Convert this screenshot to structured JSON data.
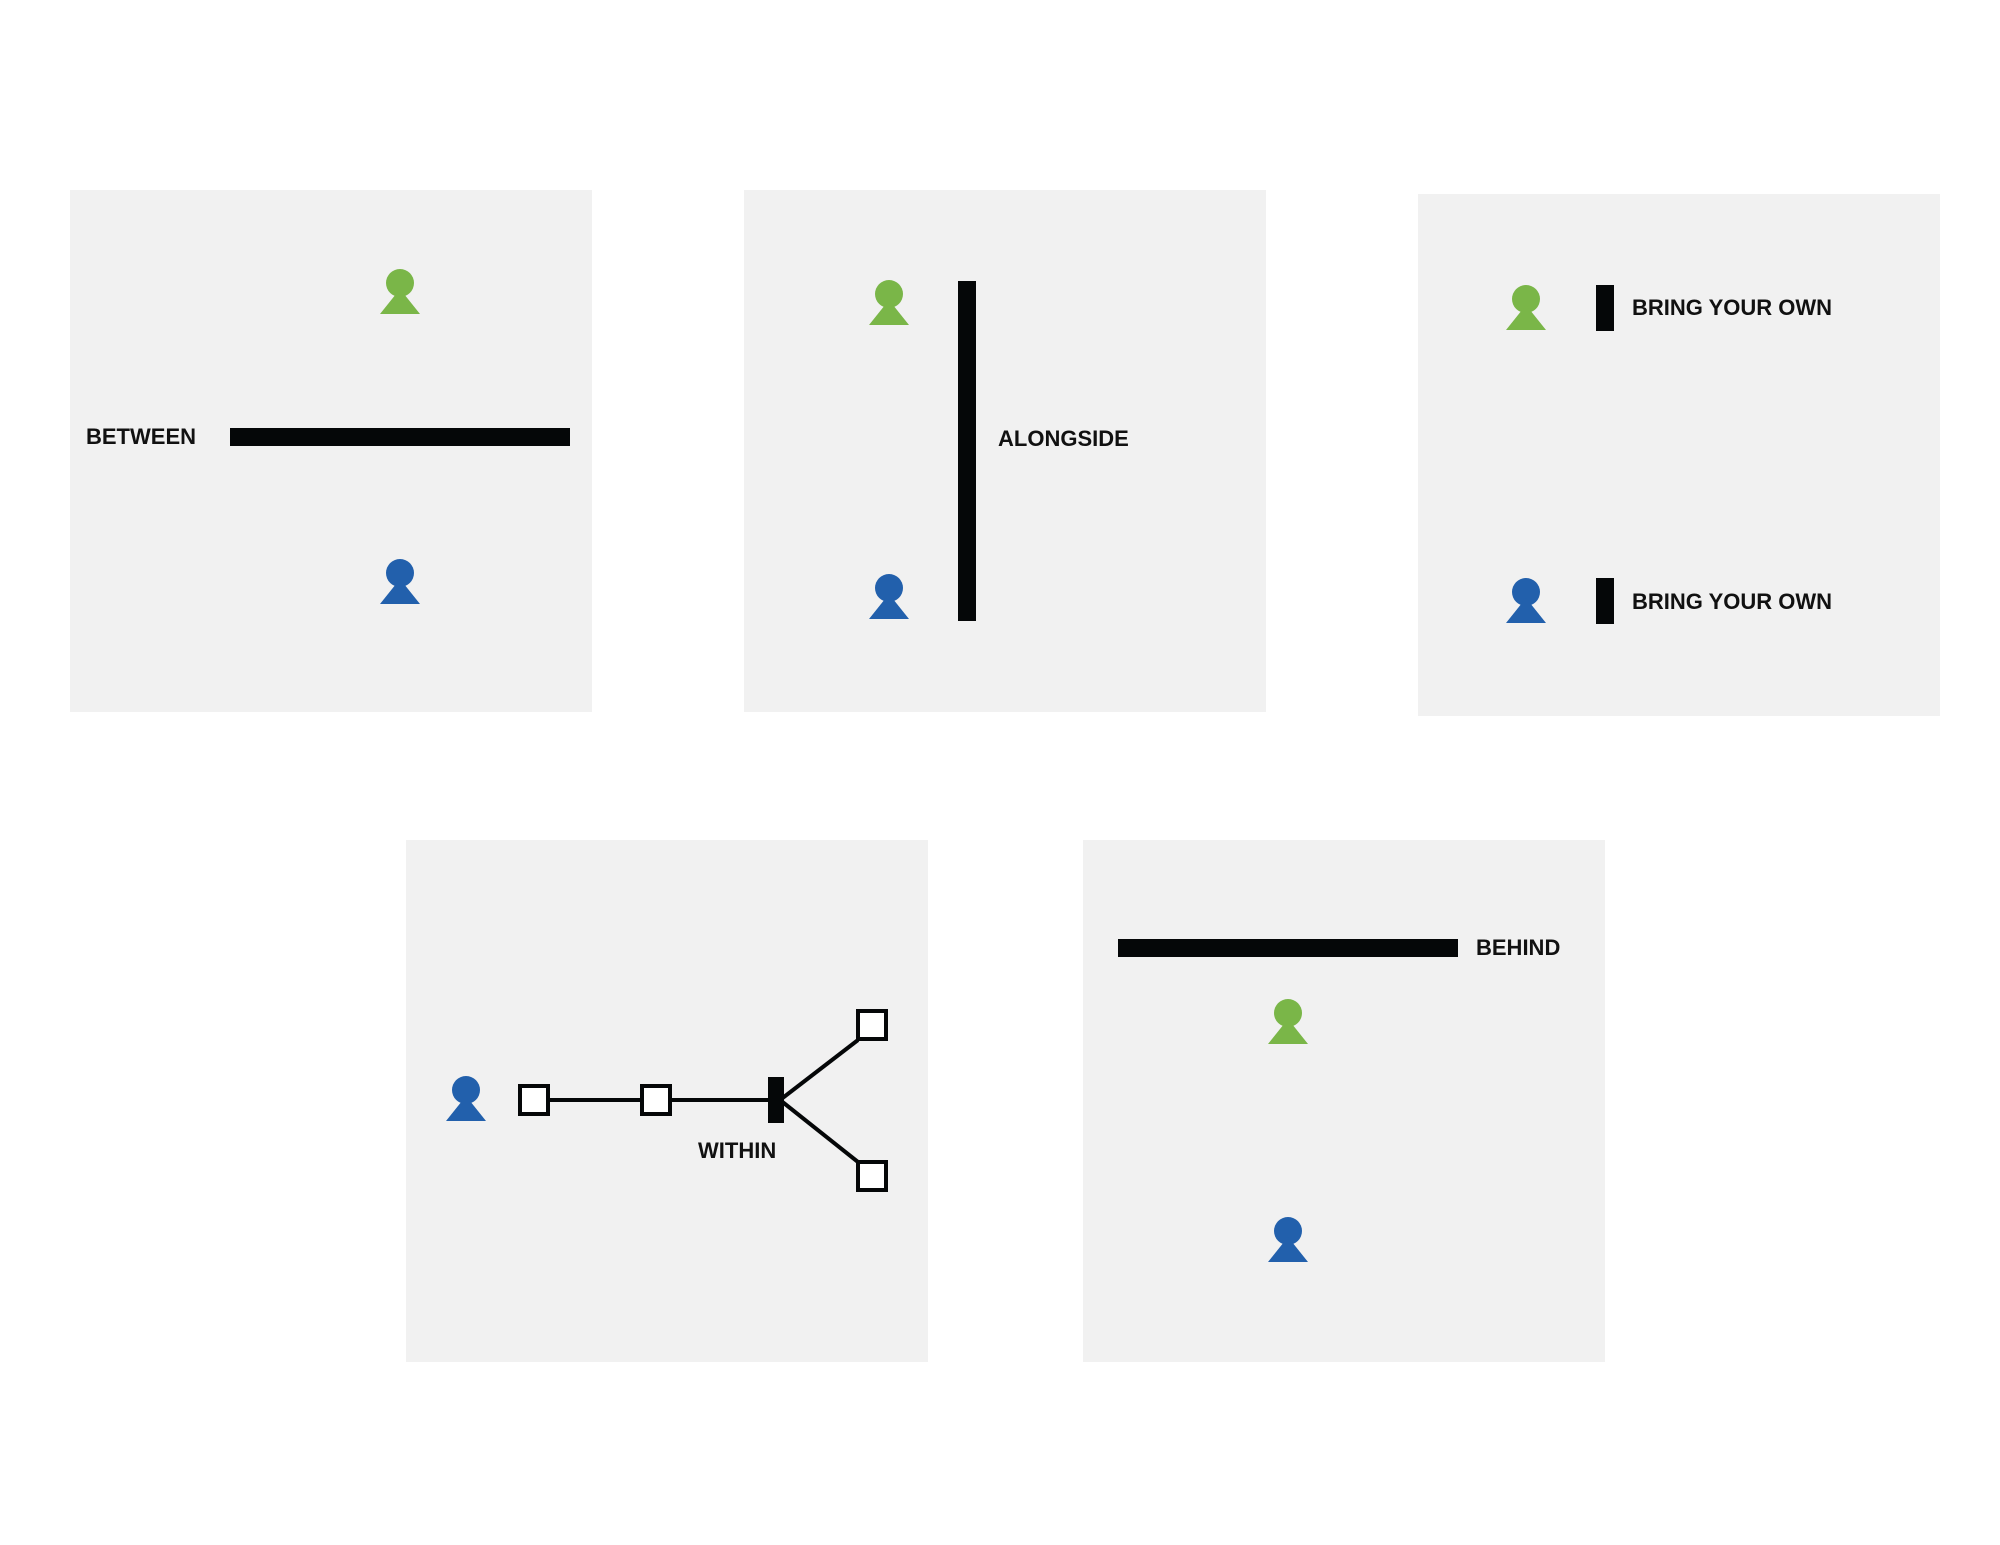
{
  "colors": {
    "green_user": "#7ab648",
    "blue_user": "#2260ac",
    "bar": "#050708",
    "panel_bg": "#f1f1f1"
  },
  "panels": [
    {
      "id": "between",
      "label": "BETWEEN"
    },
    {
      "id": "alongside",
      "label": "ALONGSIDE"
    },
    {
      "id": "bring-your-own",
      "labels": [
        "BRING YOUR OWN",
        "BRING YOUR OWN"
      ]
    },
    {
      "id": "within",
      "label": "WITHIN"
    },
    {
      "id": "behind",
      "label": "BEHIND"
    }
  ],
  "icons": [
    "user-icon"
  ]
}
